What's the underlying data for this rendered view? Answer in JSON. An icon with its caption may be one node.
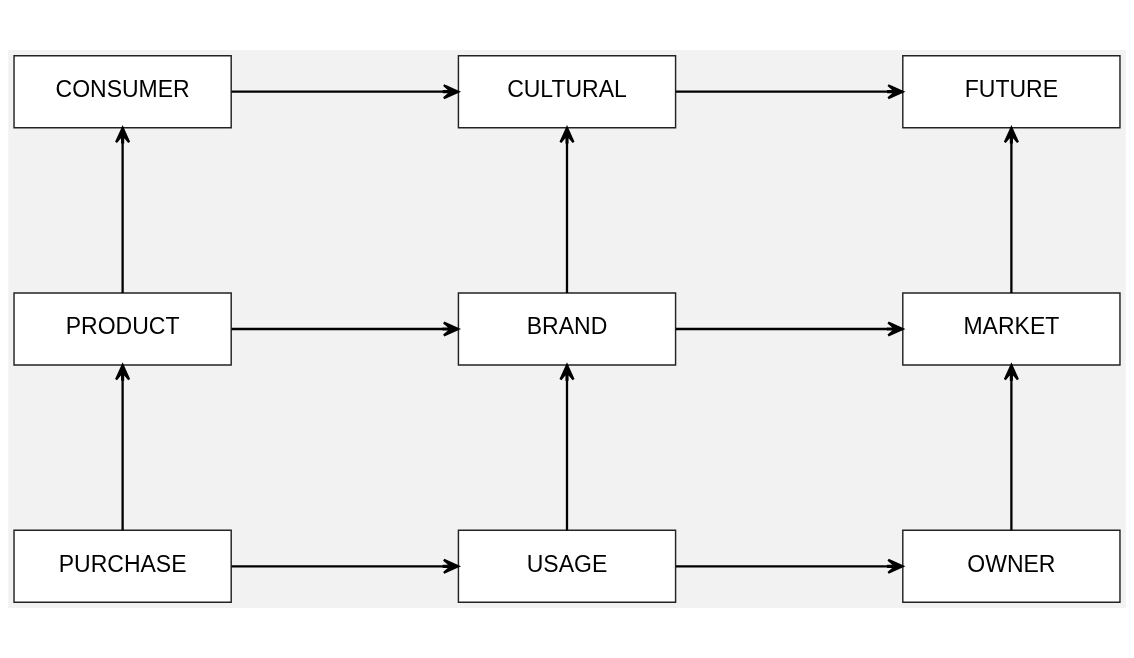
{
  "diagram": {
    "nodes": [
      {
        "text": [
          "CONSUMER"
        ]
      },
      {
        "text": [
          "CULTURAL"
        ]
      },
      {
        "text": [
          "FUTURE"
        ]
      },
      {
        "text": [
          "PRODUCT"
        ]
      },
      {
        "text": [
          "BRAND"
        ]
      },
      {
        "text": [
          "MARKET"
        ]
      },
      {
        "text": [
          "PURCHASE"
        ]
      },
      {
        "text": [
          "USAGE"
        ]
      },
      {
        "text": [
          "OWNER"
        ]
      }
    ],
    "edges": [
      {
        "from": 0,
        "to": 1,
        "arrow": "to"
      },
      {
        "from": 1,
        "to": 2,
        "arrow": "to"
      },
      {
        "from": 3,
        "to": 0,
        "arrow": "to"
      },
      {
        "from": 4,
        "to": 1,
        "arrow": "to"
      },
      {
        "from": 5,
        "to": 2,
        "arrow": "to"
      },
      {
        "from": 3,
        "to": 4,
        "arrow": "to"
      },
      {
        "from": 4,
        "to": 5,
        "arrow": "to"
      },
      {
        "from": 6,
        "to": 3,
        "arrow": "to"
      },
      {
        "from": 7,
        "to": 4,
        "arrow": "to"
      },
      {
        "from": 8,
        "to": 5,
        "arrow": "to"
      },
      {
        "from": 6,
        "to": 7,
        "arrow": "to"
      },
      {
        "from": 7,
        "to": 8,
        "arrow": "to"
      }
    ]
  }
}
